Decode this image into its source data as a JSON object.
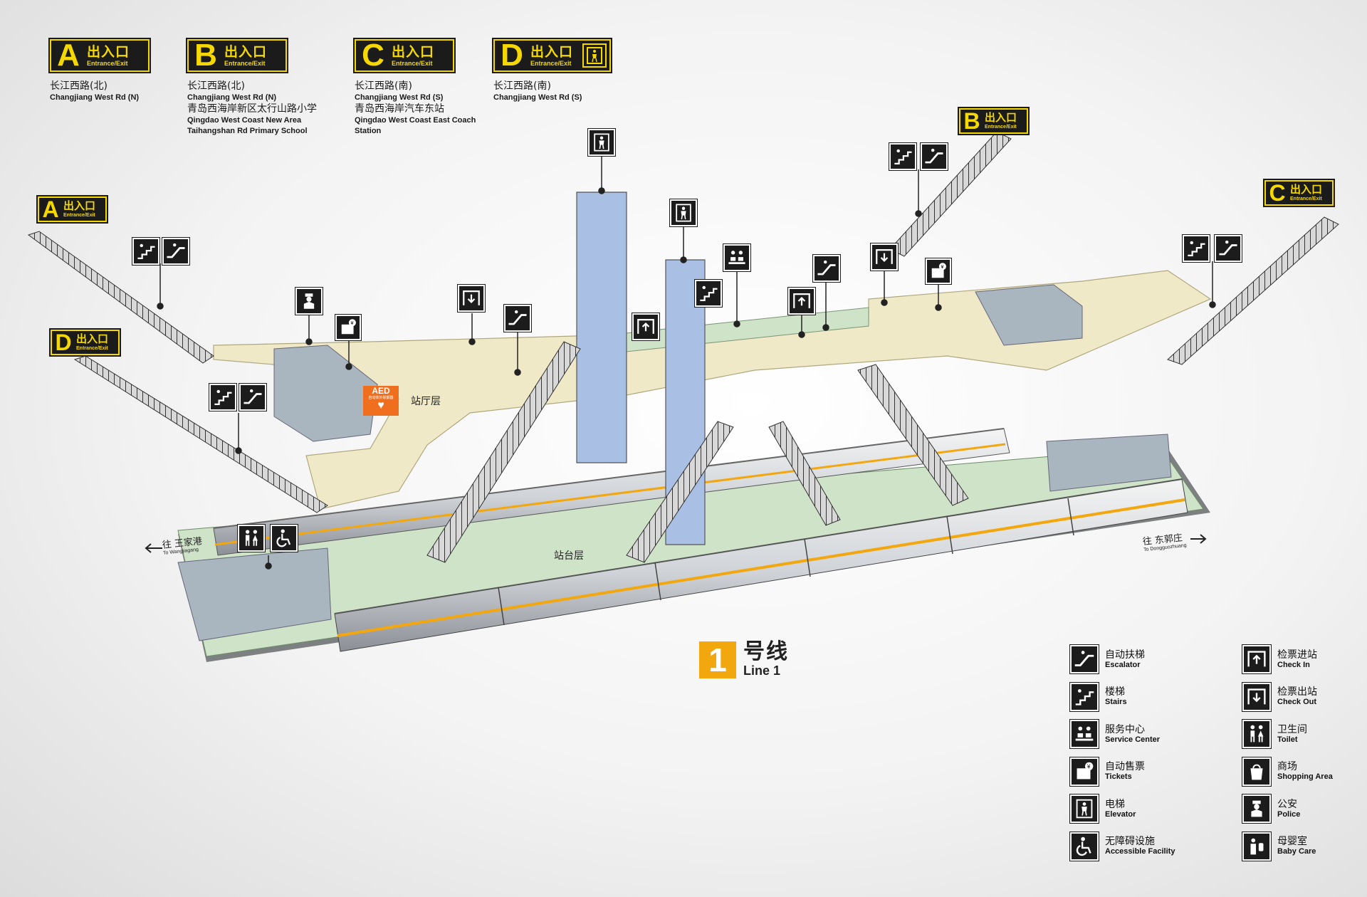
{
  "exits_top": [
    {
      "letter": "A",
      "cn": "出入口",
      "en": "Entrance/Exit",
      "dest": [
        {
          "cn": "长江西路(北)",
          "en": "Changjiang West Rd (N)"
        }
      ]
    },
    {
      "letter": "B",
      "cn": "出入口",
      "en": "Entrance/Exit",
      "dest": [
        {
          "cn": "长江西路(北)",
          "en": "Changjiang West Rd (N)"
        },
        {
          "cn": "青岛西海岸新区太行山路小学",
          "en": "Qingdao West Coast New Area Taihangshan Rd Primary School"
        }
      ]
    },
    {
      "letter": "C",
      "cn": "出入口",
      "en": "Entrance/Exit",
      "dest": [
        {
          "cn": "长江西路(南)",
          "en": "Changjiang West Rd (S)"
        },
        {
          "cn": "青岛西海岸汽车东站",
          "en": "Qingdao West Coast East Coach Station"
        }
      ]
    },
    {
      "letter": "D",
      "cn": "出入口",
      "en": "Entrance/Exit",
      "dest": [
        {
          "cn": "长江西路(南)",
          "en": "Changjiang West Rd (S)"
        }
      ],
      "extra_icon": "elevator-icon"
    }
  ],
  "exits_map": {
    "A": {
      "letter": "A",
      "cn": "出入口",
      "en": "Entrance/Exit"
    },
    "B": {
      "letter": "B",
      "cn": "出入口",
      "en": "Entrance/Exit"
    },
    "C": {
      "letter": "C",
      "cn": "出入口",
      "en": "Entrance/Exit"
    },
    "D": {
      "letter": "D",
      "cn": "出入口",
      "en": "Entrance/Exit"
    }
  },
  "aed": {
    "title": "AED",
    "subtitle": "自动体外除颤器"
  },
  "levels": {
    "concourse": "站厅层",
    "platform": "站台层"
  },
  "directions": {
    "left": {
      "cn": "往 王家港",
      "en": "To Wangjiagang"
    },
    "right": {
      "cn": "往 东郭庄",
      "en": "To Dongguozhuang"
    }
  },
  "line": {
    "number": "1",
    "cn": "号线",
    "en": "Line 1",
    "color": "#f3a70f"
  },
  "legend": [
    {
      "icon": "escalator-icon",
      "cn": "自动扶梯",
      "en": "Escalator"
    },
    {
      "icon": "stairs-icon",
      "cn": "楼梯",
      "en": "Stairs"
    },
    {
      "icon": "service-center-icon",
      "cn": "服务中心",
      "en": "Service Center"
    },
    {
      "icon": "tickets-icon",
      "cn": "自动售票",
      "en": "Tickets"
    },
    {
      "icon": "elevator-icon",
      "cn": "电梯",
      "en": "Elevator"
    },
    {
      "icon": "accessible-icon",
      "cn": "无障碍设施",
      "en": "Accessible Facility"
    },
    {
      "icon": "check-in-icon",
      "cn": "检票进站",
      "en": "Check In"
    },
    {
      "icon": "check-out-icon",
      "cn": "检票出站",
      "en": "Check Out"
    },
    {
      "icon": "toilet-icon",
      "cn": "卫生间",
      "en": "Toilet"
    },
    {
      "icon": "shopping-icon",
      "cn": "商场",
      "en": "Shopping Area"
    },
    {
      "icon": "police-icon",
      "cn": "公安",
      "en": "Police"
    },
    {
      "icon": "baby-care-icon",
      "cn": "母婴室",
      "en": "Baby Care"
    }
  ],
  "colors": {
    "concourse": "#efe9c8",
    "platform": "#cfe3c8",
    "pillar": "#a9bfe3",
    "sign": "#1b1b1b",
    "sign_text": "#f5d800",
    "aed": "#f06f1f",
    "line": "#f3a70f"
  }
}
